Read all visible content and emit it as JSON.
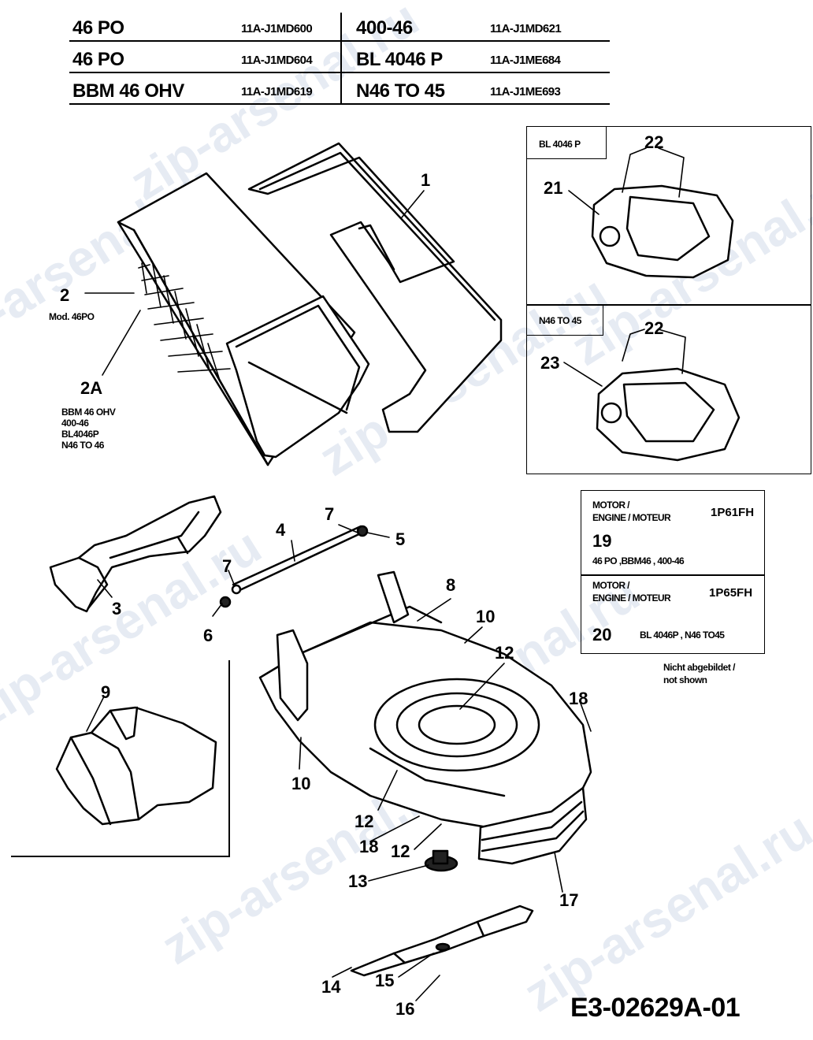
{
  "models_table": [
    {
      "model": "46 PO",
      "code": "11A-J1MD600",
      "model2": "400-46",
      "code2": "11A-J1MD621"
    },
    {
      "model": "46 PO",
      "code": "11A-J1MD604",
      "model2": "BL 4046 P",
      "code2": "11A-J1ME684"
    },
    {
      "model": "BBM 46 OHV",
      "code": "11A-J1MD619",
      "model2": "N46 TO 45",
      "code2": "11A-J1ME693"
    }
  ],
  "insets": {
    "bl": {
      "title": "BL 4046 P"
    },
    "n46": {
      "title": "N46 TO 45"
    }
  },
  "engine": {
    "r1_label1": "MOTOR /",
    "r1_label2": "ENGINE / MOTEUR",
    "r1_type": "1P61FH",
    "r1_part": "19",
    "r1_models": "46 PO ,BBM46 , 400-46",
    "r2_label1": "MOTOR /",
    "r2_label2": "ENGINE / MOTEUR",
    "r2_type": "1P65FH",
    "r2_part": "20",
    "r2_models": "BL 4046P , N46 TO45",
    "note1": "Nicht abgebildet /",
    "note2": "not shown"
  },
  "callouts": {
    "p1": "1",
    "p2": "2",
    "p2_note": "Mod. 46PO",
    "p2a": "2A",
    "p2a_models": [
      "BBM 46 OHV",
      "400-46",
      "BL4046P",
      "N46 TO 46"
    ],
    "p3": "3",
    "p4": "4",
    "p5": "5",
    "p6": "6",
    "p7a": "7",
    "p7b": "7",
    "p8": "8",
    "p9": "9",
    "p10a": "10",
    "p10b": "10",
    "p12a": "12",
    "p12b": "12",
    "p12c": "12",
    "p13": "13",
    "p14": "14",
    "p15": "15",
    "p16": "16",
    "p17": "17",
    "p18a": "18",
    "p18b": "18",
    "p21": "21",
    "p22a": "22",
    "p22b": "22",
    "p23": "23"
  },
  "diagram_id": "E3-02629A-01",
  "watermark": "zip-arsenal.ru"
}
